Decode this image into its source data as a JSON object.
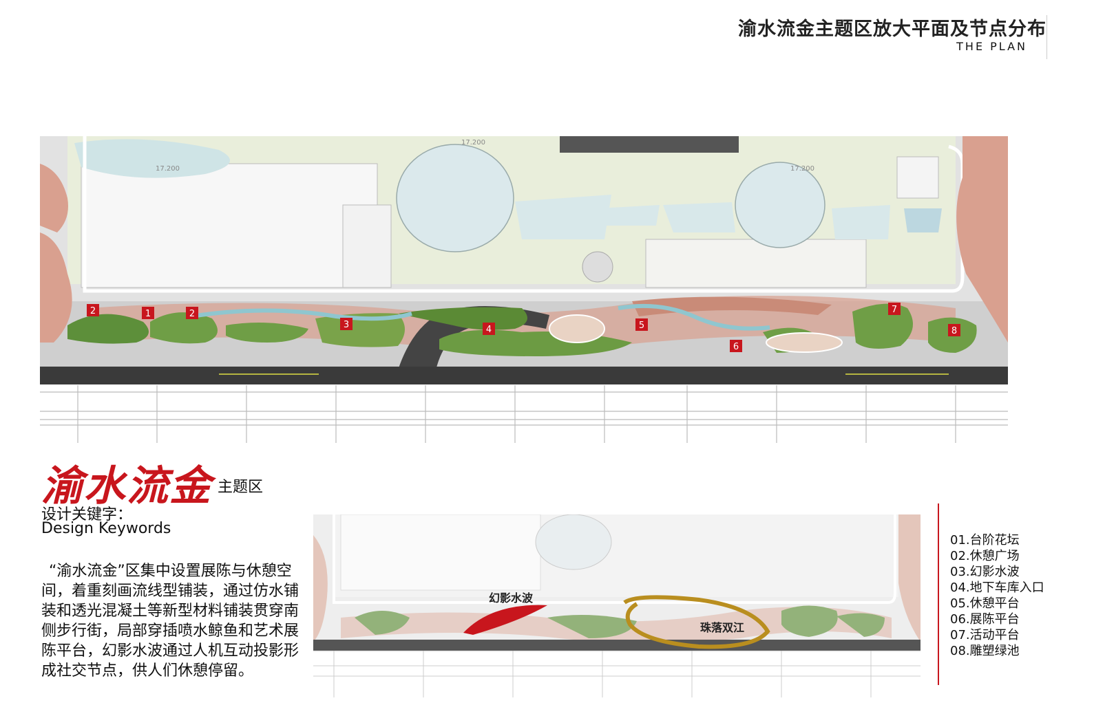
{
  "header": {
    "title": "渝水流金主题区放大平面及节点分布",
    "subtitle": "THE PLAN"
  },
  "plan": {
    "node_markers": [
      "2",
      "1",
      "2",
      "3",
      "4",
      "5",
      "6",
      "7",
      "8"
    ],
    "elevation_labels": [
      "17.200",
      "17.200",
      "17.200"
    ]
  },
  "theme": {
    "script_title": "渝水流金",
    "suffix": "主题区",
    "keywords_cn": "设计关键字：",
    "keywords_en": "Design Keywords",
    "description": "“渝水流金”区集中设置展陈与休憩空间，着重刻画流线型铺装，通过仿水铺装和透光混凝土等新型材料铺装贯穿南侧步行街，局部穿插喷水鲸鱼和艺术展陈平台，幻影水波通过人机互动投影形成社交节点，供人们休憩停留。"
  },
  "mini_plan": {
    "label_left": "幻影水波",
    "label_right": "珠落双江"
  },
  "legend": {
    "items": [
      "01.台阶花坛",
      "02.休憩广场",
      "03.幻影水波",
      "04.地下车库入口",
      "05.休憩平台",
      "06.展陈平台",
      "07.活动平台",
      "08.雕塑绿池"
    ]
  },
  "colors": {
    "accent_red": "#c8161d",
    "paving_pink": "#d9a08f",
    "plaza_grey": "#cfcfcf",
    "road_dark": "#3a3a3a",
    "greenery": "#5d8f3a",
    "water": "#8fc6cf",
    "gold_ribbon": "#b98e1f"
  }
}
